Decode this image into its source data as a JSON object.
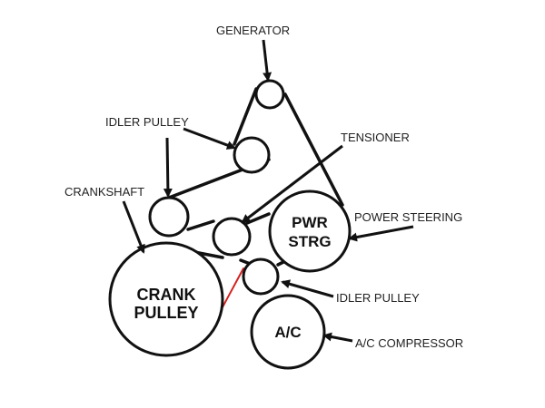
{
  "callouts": {
    "generator": "GENERATOR",
    "idler_pulley_upper": "IDLER PULLEY",
    "tensioner": "TENSIONER",
    "crankshaft": "CRANKSHAFT",
    "power_steering": "POWER STEERING",
    "idler_pulley_lower": "IDLER PULLEY",
    "ac_compressor": "A/C COMPRESSOR"
  },
  "pulley_text": {
    "pwr_line1": "PWR",
    "pwr_line2": "STRG",
    "crank_line1": "CRANK",
    "crank_line2": "PULLEY",
    "ac": "A/C"
  },
  "colors": {
    "belt": "#111111",
    "highlight_belt": "#d42020"
  }
}
